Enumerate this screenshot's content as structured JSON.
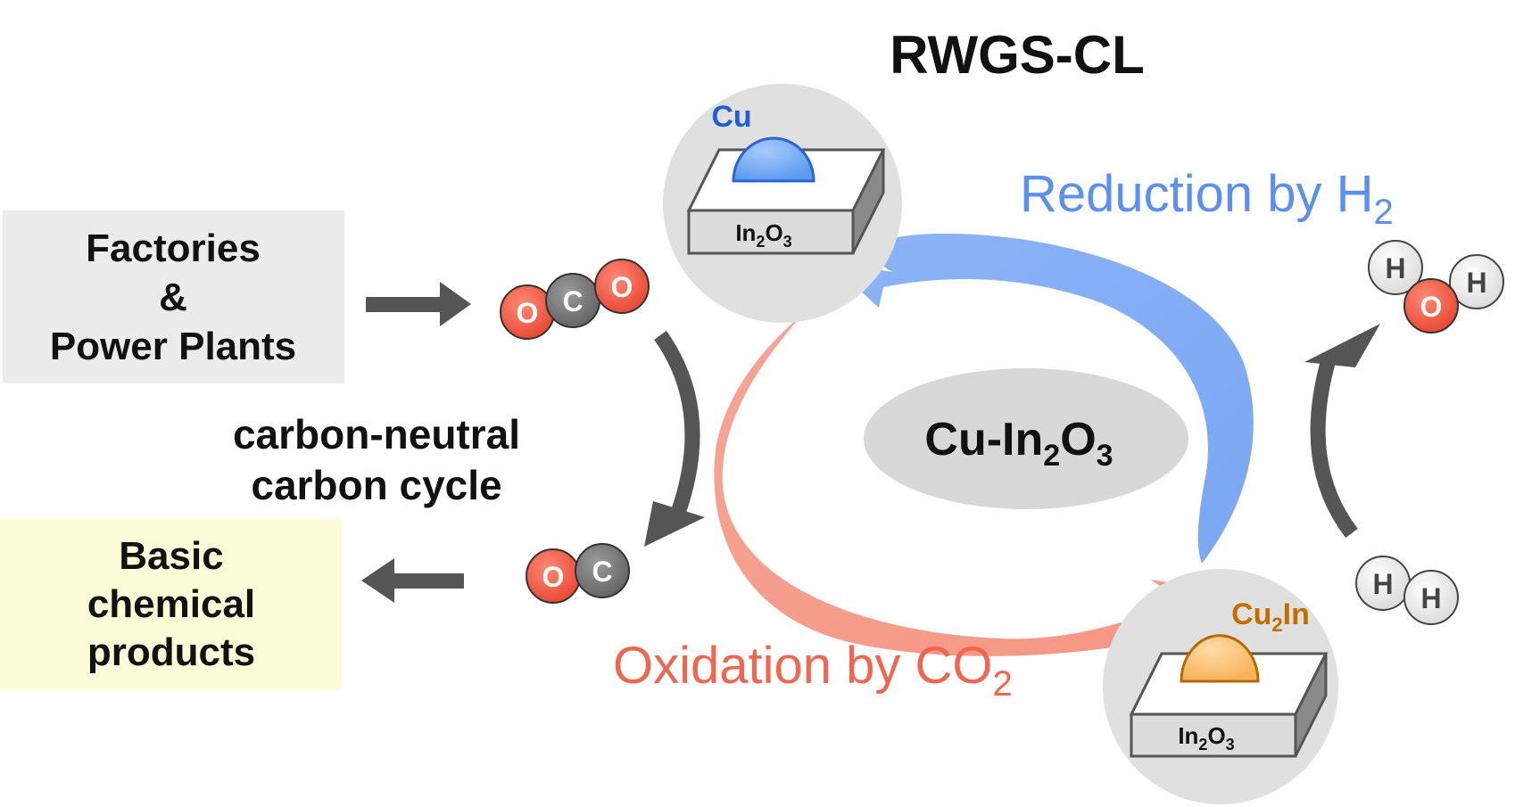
{
  "title": "RWGS-CL",
  "sources": {
    "line1": "Factories",
    "line2": "&",
    "line3": "Power Plants"
  },
  "products": {
    "line1": "Basic",
    "line2": "chemical",
    "line3": "products"
  },
  "cycle_label": {
    "line1": "carbon-neutral",
    "line2": "carbon cycle"
  },
  "center_label": {
    "main": "Cu-In",
    "sub1": "2",
    "mid": "O",
    "sub2": "3"
  },
  "reduction": {
    "main": "Reduction by H",
    "sub": "2"
  },
  "oxidation": {
    "main": "Oxidation by CO",
    "sub": "2"
  },
  "top_catalyst": {
    "particle": "Cu",
    "support_main": "In",
    "support_sub1": "2",
    "support_mid": "O",
    "support_sub2": "3"
  },
  "bottom_catalyst": {
    "particle_main": "Cu",
    "particle_sub": "2",
    "particle_end": "In",
    "support_main": "In",
    "support_sub1": "2",
    "support_mid": "O",
    "support_sub2": "3"
  },
  "molecules": {
    "co2": [
      "O",
      "C",
      "O"
    ],
    "co": [
      "O",
      "C"
    ],
    "h2o": [
      "H",
      "H",
      "O"
    ],
    "h2": [
      "H",
      "H"
    ]
  },
  "colors": {
    "oxygen": "#f05a45",
    "carbon": "#7a7a7a",
    "hydrogen": "#eeeeee",
    "reduction": "#5b8ff0",
    "oxidation": "#f0664f",
    "reduction_arrow": "#8db5f5",
    "oxidation_arrow": "#f5a090",
    "cu_particle": "#7db0f5",
    "cu2in_particle": "#fbc77f",
    "cu_label": "#1f5fd8",
    "cu2in_label": "#c46e00"
  }
}
